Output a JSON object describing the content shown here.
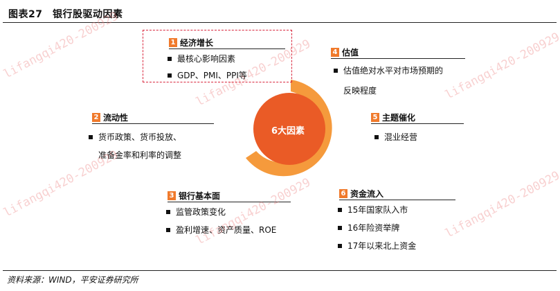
{
  "figure": {
    "title": "图表27　银行股驱动因素",
    "source": "资料来源：WIND，平安证券研究所"
  },
  "center": {
    "label": "6大因素"
  },
  "factors": [
    {
      "num": "1",
      "name": "经济增长",
      "items": [
        "最核心影响因素",
        "GDP、PMI、PPI等"
      ]
    },
    {
      "num": "2",
      "name": "流动性",
      "items": [
        "货币政策、货币投放、",
        "准备金率和利率的调整"
      ]
    },
    {
      "num": "3",
      "name": "银行基本面",
      "items": [
        "监管政策变化",
        "盈利增速、资产质量、ROE"
      ]
    },
    {
      "num": "4",
      "name": "估值",
      "items": [
        "估值绝对水平对市场预期的",
        "反映程度"
      ]
    },
    {
      "num": "5",
      "name": "主题催化",
      "items": [
        "混业经营"
      ]
    },
    {
      "num": "6",
      "name": "资金流入",
      "items": [
        "15年国家队入市",
        "16年险资举牌",
        "17年以来北上资金"
      ]
    }
  ],
  "watermark": {
    "text": "lifangqi420-200929"
  },
  "colors": {
    "accent": "#f07a2c",
    "ring": "#f59a3c",
    "disk": "#ea5b26",
    "dashed_border": "#d9233a"
  }
}
